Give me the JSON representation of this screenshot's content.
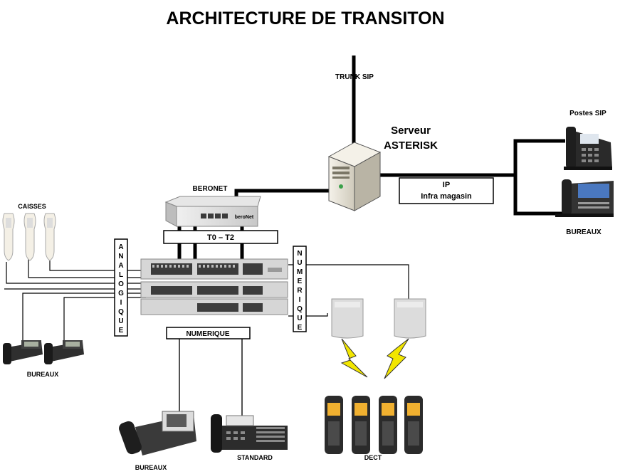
{
  "title": "ARCHITECTURE DE TRANSITON",
  "labels": {
    "trunk_sip": "TRUNK SIP",
    "serveur_line1": "Serveur",
    "serveur_line2": "ASTERISK",
    "postes_sip": "Postes SIP",
    "bureaux_sip": "BUREAUX",
    "beronet": "BERONET",
    "beronet_brand": "beroNet",
    "t0_t2": "T0 – T2",
    "ip_line1": "IP",
    "ip_line2": "Infra magasin",
    "caisses": "CAISSES",
    "analogique": [
      "A",
      "N",
      "A",
      "L",
      "O",
      "G",
      "I",
      "Q",
      "U",
      "E"
    ],
    "numerique_vertical": [
      "N",
      "U",
      "M",
      "E",
      "R",
      "I",
      "Q",
      "U",
      "E"
    ],
    "numerique_box": "NUMERIQUE",
    "bureaux_left": "BUREAUX",
    "bureaux_bottom": "BUREAUX",
    "standard": "STANDARD",
    "dect": "DECT"
  },
  "colors": {
    "line": "#000000",
    "server_body": "#e8e4d8",
    "pbx_body": "#d9d9d9",
    "lightning": "#f2e600",
    "phone_dark": "#2b2b2b",
    "dect_screen": "#f0b030"
  }
}
